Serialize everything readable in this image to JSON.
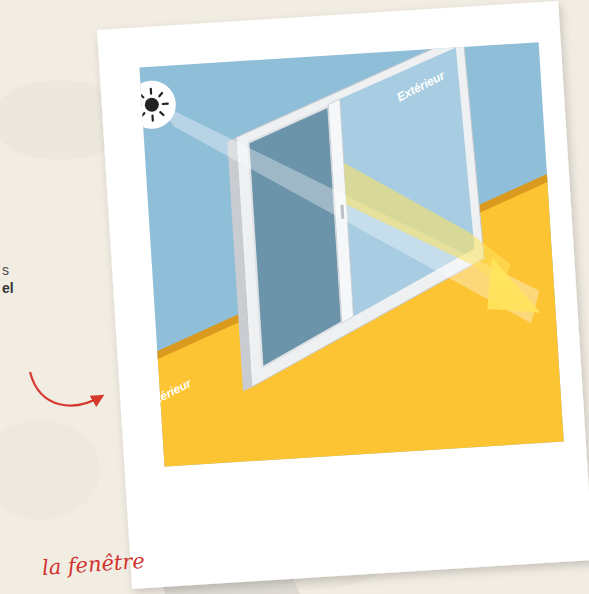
{
  "diagram": {
    "labels": [
      "Extérieur",
      "Intérieur",
      "s",
      "el",
      "la fenêtre"
    ]
  }
}
